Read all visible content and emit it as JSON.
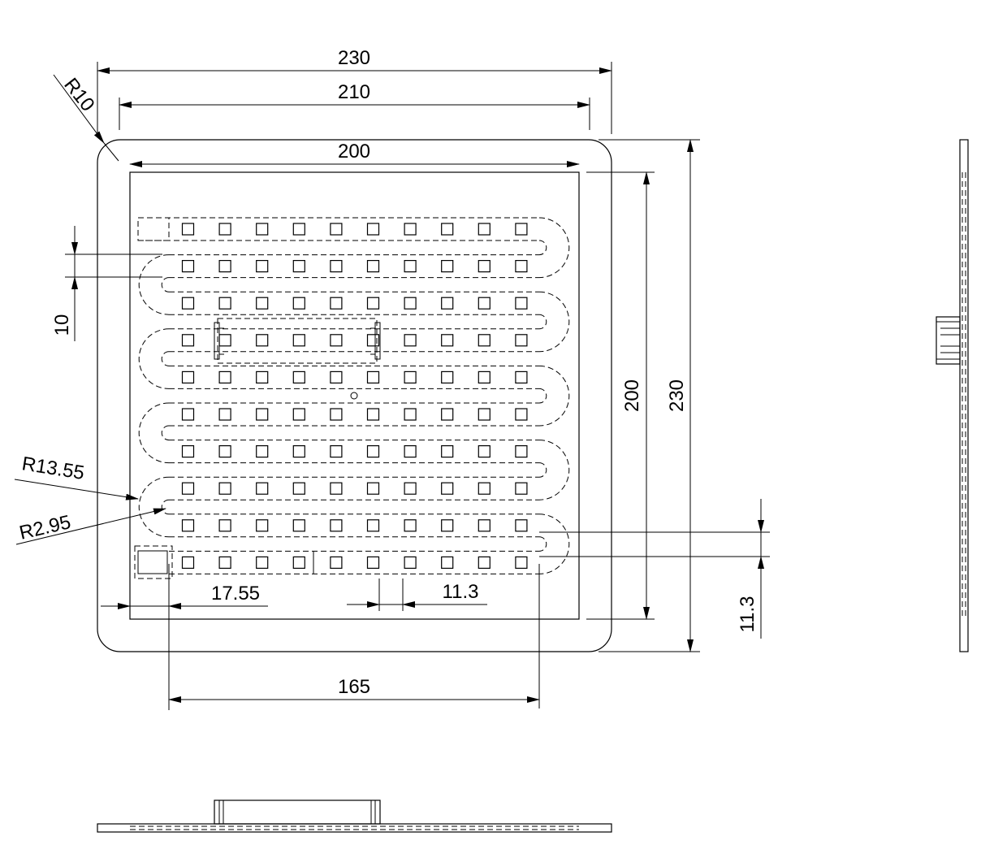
{
  "dimensions": {
    "overall_width": "230",
    "outer_lip_width": "210",
    "inner_width": "200",
    "corner_radius": "R10",
    "pitch_vertical": "10",
    "bend_outer_radius": "R13.55",
    "bend_inner_radius": "R2.95",
    "offset_left": "17.55",
    "hole_pitch_horizontal": "11.3",
    "inner_height": "200",
    "overall_height": "230",
    "hole_pitch_vertical": "11.3",
    "channel_span": "165"
  },
  "colors": {
    "line": "#000000",
    "background": "#ffffff"
  }
}
